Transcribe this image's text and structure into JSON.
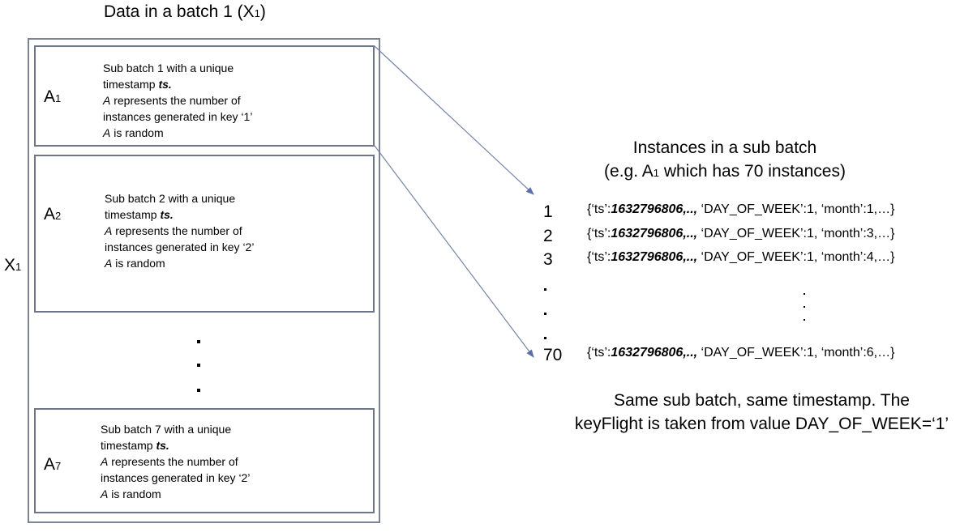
{
  "left_panel": {
    "title_prefix": "Data in a batch 1 (X",
    "title_sub": "1",
    "title_suffix": ")",
    "side_label": "X",
    "side_label_sub": "1",
    "sub_batches": [
      {
        "label": "A",
        "label_sub": "1",
        "line1": "Sub batch 1 with a unique",
        "line2_prefix": "timestamp ",
        "line2_bold": "ts.",
        "line3_italic": "A",
        "line3_rest": " represents the number of",
        "line4": "instances generated in key ‘1’",
        "line5_italic": "A",
        "line5_rest": " is random"
      },
      {
        "label": "A",
        "label_sub": "2",
        "line1": "Sub batch 2 with a unique",
        "line2_prefix": "timestamp ",
        "line2_bold": "ts.",
        "line3_italic": "A",
        "line3_rest": " represents the number of",
        "line4": "instances generated in key ‘2’",
        "line5_italic": "A",
        "line5_rest": " is random"
      },
      {
        "label": "A",
        "label_sub": "7",
        "line1": "Sub batch 7 with a unique",
        "line2_prefix": "timestamp ",
        "line2_bold": "ts.",
        "line3_italic": "A",
        "line3_rest": " represents the number of",
        "line4": "instances generated in key ‘2’",
        "line5_italic": "A",
        "line5_rest": " is random"
      }
    ]
  },
  "right_panel": {
    "title_line1": "Instances in a sub batch",
    "title_line2_prefix": "(e.g. A",
    "title_line2_sub": "1",
    "title_line2_suffix": " which has 70 instances)",
    "rows": [
      {
        "index": "1",
        "open": "{‘ts’:",
        "ts": "1632796806,..,",
        "rest": " ‘DAY_OF_WEEK’:1, ‘month’:1,…}"
      },
      {
        "index": "2",
        "open": "{‘ts’:",
        "ts": "1632796806,..,",
        "rest": " ‘DAY_OF_WEEK’:1, ‘month’:3,…}"
      },
      {
        "index": "3",
        "open": "{‘ts’:",
        "ts": "1632796806,..,",
        "rest": " ‘DAY_OF_WEEK’:1, ‘month’:4,…}"
      },
      {
        "index": "70",
        "open": "{‘ts’:",
        "ts": "1632796806,..,",
        "rest": " ‘DAY_OF_WEEK’:1, ‘month’:6,…}"
      }
    ],
    "caption_line1": "Same sub batch, same timestamp. The",
    "caption_line2": "keyFlight is taken from value DAY_OF_WEEK=‘1’"
  },
  "colors": {
    "box_border": "#6e7587",
    "arrow": "#5b6fa8"
  }
}
